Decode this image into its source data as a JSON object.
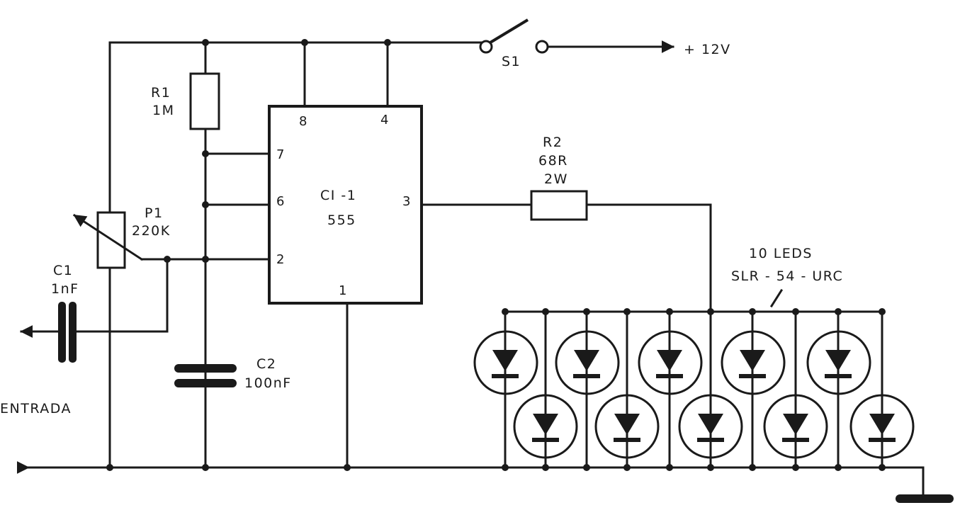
{
  "supply": {
    "label": "+ 12V"
  },
  "switch": {
    "label": "S1"
  },
  "ic": {
    "name": "CI -1",
    "part": "555",
    "pins": {
      "p8": "8",
      "p4": "4",
      "p7": "7",
      "p6": "6",
      "p3": "3",
      "p2": "2",
      "p1": "1"
    }
  },
  "r1": {
    "name": "R1",
    "value": "1M"
  },
  "r2": {
    "name": "R2",
    "value": "68R",
    "power": "2W"
  },
  "p1": {
    "name": "P1",
    "value": "220K"
  },
  "c1": {
    "name": "C1",
    "value": "1nF"
  },
  "c2": {
    "name": "C2",
    "value": "100nF"
  },
  "leds": {
    "count_label": "10 LEDS",
    "part": "SLR - 54 - URC",
    "count": 10
  },
  "input": {
    "label": "ENTRADA"
  },
  "colors": {
    "ink": "#1a1a1a",
    "paper": "#ffffff"
  }
}
